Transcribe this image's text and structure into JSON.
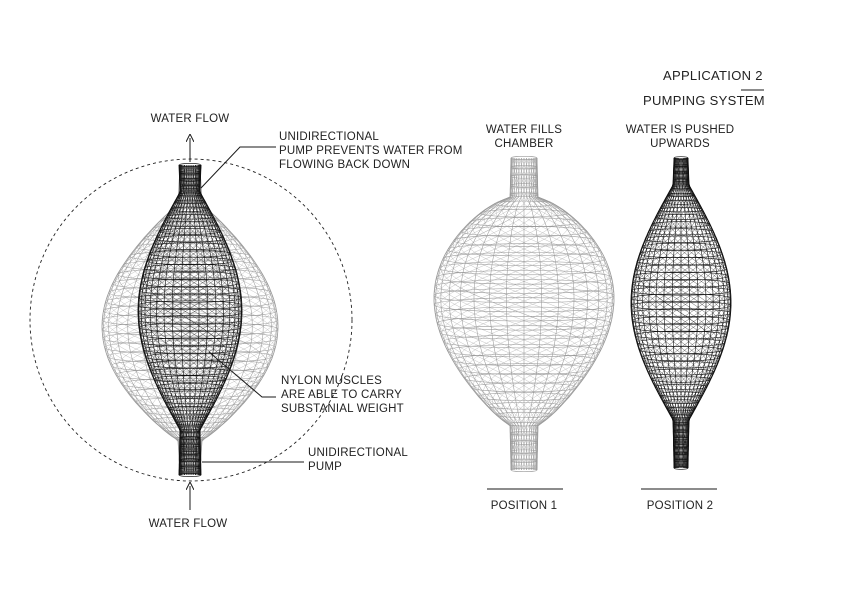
{
  "title": {
    "line1": "APPLICATION 2",
    "line2": "PUMPING SYSTEM"
  },
  "left_diagram": {
    "top_flow_label": "WATER FLOW",
    "bottom_flow_label": "WATER FLOW",
    "callout_top": [
      "UNIDIRECTIONAL",
      "PUMP PREVENTS WATER FROM",
      "FLOWING BACK DOWN"
    ],
    "callout_middle": [
      "NYLON MUSCLES",
      "ARE ABLE TO CARRY",
      "SUBSTANIAL WEIGHT"
    ],
    "callout_bottom": [
      "UNIDIRECTIONAL",
      "PUMP"
    ]
  },
  "position_1": {
    "caption": [
      "WATER FILLS",
      "CHAMBER"
    ],
    "label": "POSITION 1"
  },
  "position_2": {
    "caption": [
      "WATER IS PUSHED",
      "UPWARDS"
    ],
    "label": "POSITION 2"
  },
  "colors": {
    "ink": "#1a1a1a",
    "light_mesh": "#9a9a9a",
    "dark_mesh": "#111111"
  }
}
